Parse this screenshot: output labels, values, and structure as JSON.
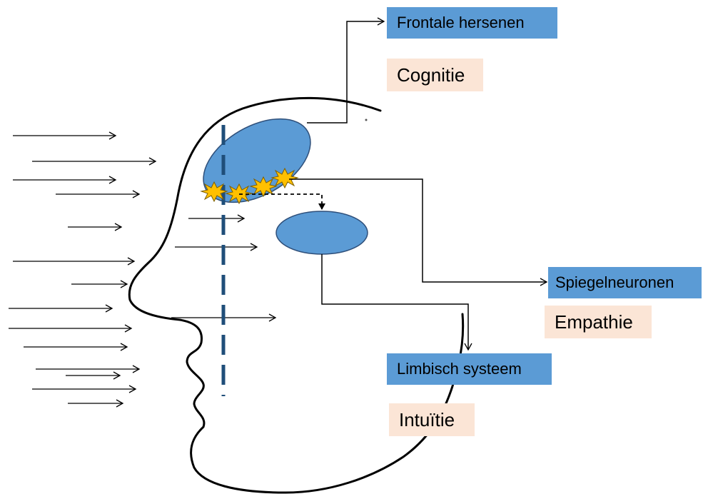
{
  "colors": {
    "region_box": "#5b9bd5",
    "function_box": "#fbe5d6",
    "blob": "#5b9bd5",
    "blob_outline": "#2e4f7a",
    "dashed_line": "#1f4e79",
    "spark": "#ffc000",
    "stroke": "#000000"
  },
  "labels": {
    "frontal": "Frontale hersenen",
    "cognition": "Cognitie",
    "mirror": "Spiegelneuronen",
    "empathy": "Empathie",
    "limbic": "Limbisch systeem",
    "intuition": "Intuïtie"
  }
}
